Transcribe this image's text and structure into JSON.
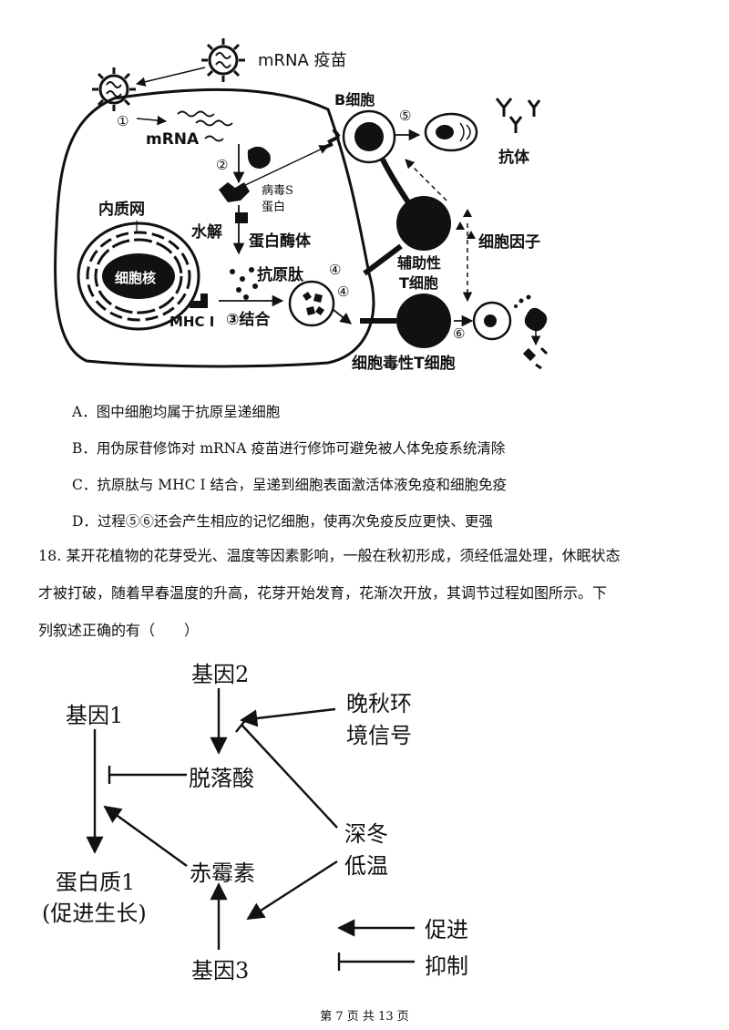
{
  "figure1": {
    "labels": {
      "mrna_vaccine": "mRNA 疫苗",
      "step1": "①",
      "mrna": "mRNA",
      "step2": "②",
      "virus_s_protein_line1": "病毒S",
      "virus_s_protein_line2": "蛋白",
      "er": "内质网",
      "hydrolysis": "水解",
      "proteasome": "蛋白酶体",
      "nucleus": "细胞核",
      "antigen_peptide": "抗原肽",
      "mhc": "MHC I",
      "step3_bind": "③结合",
      "step4a": "④",
      "step4b": "④",
      "b_cell": "B细胞",
      "step5": "⑤",
      "antibody": "抗体",
      "cytokine": "细胞因子",
      "helper_t_line1": "辅助性",
      "helper_t_line2": "T细胞",
      "step6": "⑥",
      "cytotoxic_t": "细胞毒性T细胞"
    }
  },
  "options": [
    "A．图中细胞均属于抗原呈递细胞",
    "B．用伪尿苷修饰对 mRNA 疫苗进行修饰可避免被人体免疫系统清除",
    "C．抗原肽与 MHC I 结合，呈递到细胞表面激活体液免疫和细胞免疫",
    "D．过程⑤⑥还会产生相应的记忆细胞，使再次免疫反应更快、更强"
  ],
  "question18": {
    "line1": "18. 某开花植物的花芽受光、温度等因素影响，一般在秋初形成，须经低温处理，休眠状态",
    "line2": "才被打破，随着早春温度的升高，花芽开始发育，花渐次开放，其调节过程如图所示。下",
    "line3": "列叙述正确的有（　　）"
  },
  "figure2": {
    "gene1": "基因1",
    "gene2": "基因2",
    "gene3": "基因3",
    "aba": "脱落酸",
    "ga": "赤霉素",
    "protein1_line1": "蛋白质1",
    "protein1_line2": "(促进生长)",
    "late_autumn_line1": "晚秋环",
    "late_autumn_line2": "境信号",
    "deep_winter_line1": "深冬",
    "deep_winter_line2": "低温",
    "legend_promote": "促进",
    "legend_inhibit": "抑制"
  },
  "footer": "第 7 页 共 13 页"
}
